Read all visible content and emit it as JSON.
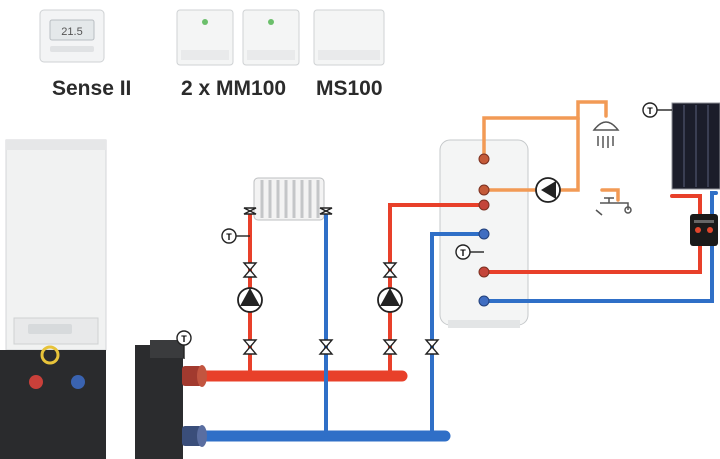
{
  "labels": {
    "controller": "Sense II",
    "mixing_module": "2 x MM100",
    "solar_module": "MS100"
  },
  "controller_display": "21.5",
  "sensor_symbol": "T",
  "colors": {
    "hot_pipe": "#e8402a",
    "cold_pipe": "#2f6fc7",
    "dhw_pipe": "#f29a55",
    "pump": "#222222",
    "boiler_body": "#f1f2f2",
    "cylinder": "#f4f5f5",
    "solar_panel": "#1b1d2a"
  }
}
